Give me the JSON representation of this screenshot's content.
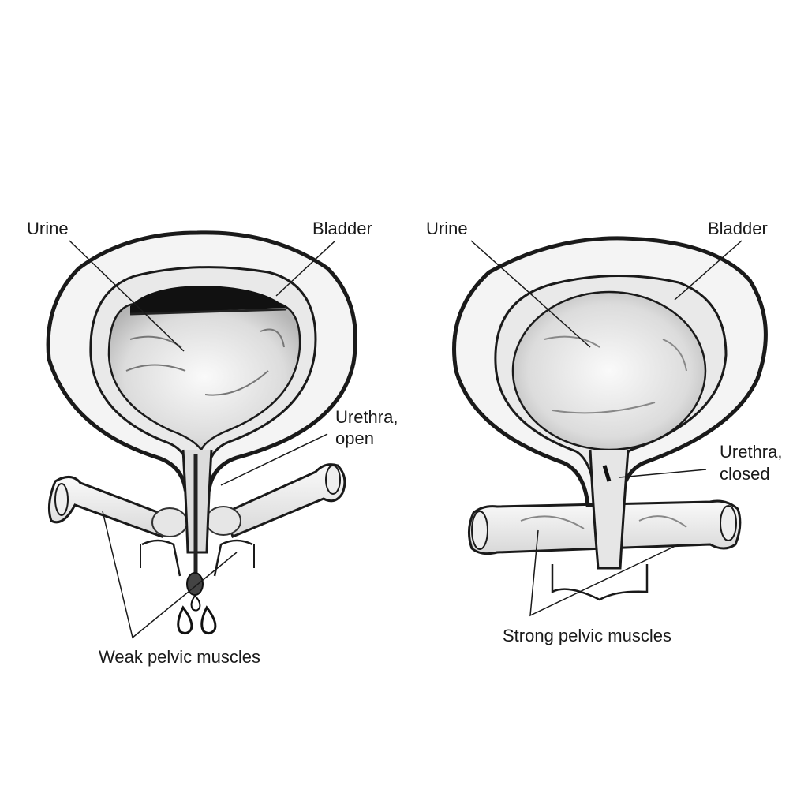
{
  "diagram": {
    "panels": [
      {
        "id": "weak",
        "labels": {
          "urine": "Urine",
          "bladder": "Bladder",
          "urethra_line1": "Urethra,",
          "urethra_line2": "open",
          "muscles": "Weak pelvic muscles"
        }
      },
      {
        "id": "strong",
        "labels": {
          "urine": "Urine",
          "bladder": "Bladder",
          "urethra_line1": "Urethra,",
          "urethra_line2": "closed",
          "muscles": "Strong pelvic muscles"
        }
      }
    ],
    "colors": {
      "ink": "#1a1a1a",
      "tissue": "#f2f2f2",
      "urine_fill": "#e4e4e4",
      "dark_gap": "#111111"
    }
  }
}
